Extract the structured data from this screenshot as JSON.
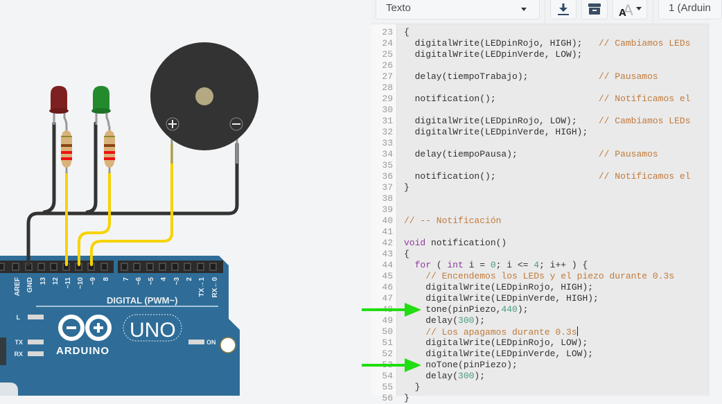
{
  "toolbar": {
    "mode_select": {
      "value": "Texto",
      "icon": "caret-down-icon"
    },
    "download_button": {
      "icon": "download-icon"
    },
    "library_button": {
      "icon": "library-box-icon"
    },
    "font_size_button": {
      "icon": "font-size-icon"
    },
    "device_select": {
      "value": "1 (Arduin"
    }
  },
  "editor": {
    "cursor_line": 50,
    "lines": [
      {
        "n": "23",
        "tokens": [
          {
            "t": "{",
            "c": "plain"
          }
        ]
      },
      {
        "n": "24",
        "tokens": [
          {
            "t": "  digitalWrite(LEDpinRojo, HIGH);   ",
            "c": "plain"
          },
          {
            "t": "// Cambiamos LEDs",
            "c": "comment"
          }
        ]
      },
      {
        "n": "25",
        "tokens": [
          {
            "t": "  digitalWrite(LEDpinVerde, LOW);",
            "c": "plain"
          }
        ]
      },
      {
        "n": "26",
        "tokens": []
      },
      {
        "n": "27",
        "tokens": [
          {
            "t": "  delay(tiempoTrabajo);             ",
            "c": "plain"
          },
          {
            "t": "// Pausamos",
            "c": "comment"
          }
        ]
      },
      {
        "n": "28",
        "tokens": []
      },
      {
        "n": "29",
        "tokens": [
          {
            "t": "  notification();                   ",
            "c": "plain"
          },
          {
            "t": "// Notificamos el",
            "c": "comment"
          }
        ]
      },
      {
        "n": "30",
        "tokens": []
      },
      {
        "n": "31",
        "tokens": [
          {
            "t": "  digitalWrite(LEDpinRojo, LOW);    ",
            "c": "plain"
          },
          {
            "t": "// Cambiamos LEDs",
            "c": "comment"
          }
        ]
      },
      {
        "n": "32",
        "tokens": [
          {
            "t": "  digitalWrite(LEDpinVerde, HIGH);",
            "c": "plain"
          }
        ]
      },
      {
        "n": "33",
        "tokens": []
      },
      {
        "n": "34",
        "tokens": [
          {
            "t": "  delay(tiempoPausa);               ",
            "c": "plain"
          },
          {
            "t": "// Pausamos",
            "c": "comment"
          }
        ]
      },
      {
        "n": "35",
        "tokens": []
      },
      {
        "n": "36",
        "tokens": [
          {
            "t": "  notification();                   ",
            "c": "plain"
          },
          {
            "t": "// Notificamos el",
            "c": "comment"
          }
        ]
      },
      {
        "n": "37",
        "tokens": [
          {
            "t": "}",
            "c": "plain"
          }
        ]
      },
      {
        "n": "38",
        "tokens": []
      },
      {
        "n": "39",
        "tokens": []
      },
      {
        "n": "40",
        "tokens": [
          {
            "t": "// -- Notificación",
            "c": "comment"
          }
        ]
      },
      {
        "n": "41",
        "tokens": []
      },
      {
        "n": "42",
        "tokens": [
          {
            "t": "void",
            "c": "keyword"
          },
          {
            "t": " notification()",
            "c": "plain"
          }
        ]
      },
      {
        "n": "43",
        "tokens": [
          {
            "t": "{",
            "c": "plain"
          }
        ]
      },
      {
        "n": "44",
        "tokens": [
          {
            "t": "  ",
            "c": "plain"
          },
          {
            "t": "for",
            "c": "keyword"
          },
          {
            "t": " ( ",
            "c": "plain"
          },
          {
            "t": "int",
            "c": "keyword"
          },
          {
            "t": " i = ",
            "c": "plain"
          },
          {
            "t": "0",
            "c": "number"
          },
          {
            "t": "; i <= ",
            "c": "plain"
          },
          {
            "t": "4",
            "c": "number"
          },
          {
            "t": "; i++ ) {",
            "c": "plain"
          }
        ]
      },
      {
        "n": "45",
        "tokens": [
          {
            "t": "    ",
            "c": "plain"
          },
          {
            "t": "// Encendemos los LEDs y el piezo durante 0.3s",
            "c": "comment"
          }
        ]
      },
      {
        "n": "46",
        "tokens": [
          {
            "t": "    digitalWrite(LEDpinRojo, HIGH);",
            "c": "plain"
          }
        ]
      },
      {
        "n": "47",
        "tokens": [
          {
            "t": "    digitalWrite(LEDpinVerde, HIGH);",
            "c": "plain"
          }
        ]
      },
      {
        "n": "48",
        "tokens": [
          {
            "t": "    tone(pinPiezo,",
            "c": "plain"
          },
          {
            "t": "440",
            "c": "number"
          },
          {
            "t": ");",
            "c": "plain"
          }
        ]
      },
      {
        "n": "49",
        "tokens": [
          {
            "t": "    delay(",
            "c": "plain"
          },
          {
            "t": "300",
            "c": "number"
          },
          {
            "t": ");",
            "c": "plain"
          }
        ]
      },
      {
        "n": "50",
        "tokens": [
          {
            "t": "    ",
            "c": "plain"
          },
          {
            "t": "// Los apagamos durante 0.3s",
            "c": "comment"
          }
        ]
      },
      {
        "n": "51",
        "tokens": [
          {
            "t": "    digitalWrite(LEDpinRojo, LOW);",
            "c": "plain"
          }
        ]
      },
      {
        "n": "52",
        "tokens": [
          {
            "t": "    digitalWrite(LEDpinVerde, LOW);",
            "c": "plain"
          }
        ]
      },
      {
        "n": "53",
        "tokens": [
          {
            "t": "    noTone(pinPiezo);",
            "c": "plain"
          }
        ]
      },
      {
        "n": "54",
        "tokens": [
          {
            "t": "    delay(",
            "c": "plain"
          },
          {
            "t": "300",
            "c": "number"
          },
          {
            "t": ");",
            "c": "plain"
          }
        ]
      },
      {
        "n": "55",
        "tokens": [
          {
            "t": "  }",
            "c": "plain"
          }
        ]
      },
      {
        "n": "56",
        "tokens": [
          {
            "t": "}",
            "c": "plain"
          }
        ]
      }
    ]
  },
  "annotations": {
    "arrow_color": "#22dd11",
    "arrow_targets": [
      "48",
      "53"
    ]
  },
  "circuit": {
    "board": {
      "brand": "ARDUINO",
      "model": "UNO",
      "header_label": "DIGITAL (PWM~)",
      "pin_labels": [
        "AREF",
        "GND",
        "13",
        "12",
        "~11",
        "~10",
        "~9",
        "8",
        "7",
        "~6",
        "~5",
        "4",
        "~3",
        "2",
        "TX→1",
        "RX←0"
      ],
      "led_labels": [
        "L",
        "TX",
        "RX",
        "ON"
      ],
      "color": "#2f6d98"
    },
    "components": [
      {
        "type": "led",
        "color": "red",
        "hex": "#8b1c1c"
      },
      {
        "type": "led",
        "color": "green",
        "hex": "#228a2c"
      },
      {
        "type": "resistor",
        "bands": [
          "brown",
          "black",
          "red"
        ]
      },
      {
        "type": "resistor",
        "bands": [
          "brown",
          "black",
          "red"
        ]
      },
      {
        "type": "piezo",
        "terminals": [
          "+",
          "−"
        ]
      }
    ],
    "wire_colors": {
      "signal": "#f7d300",
      "ground": "#333333"
    }
  }
}
